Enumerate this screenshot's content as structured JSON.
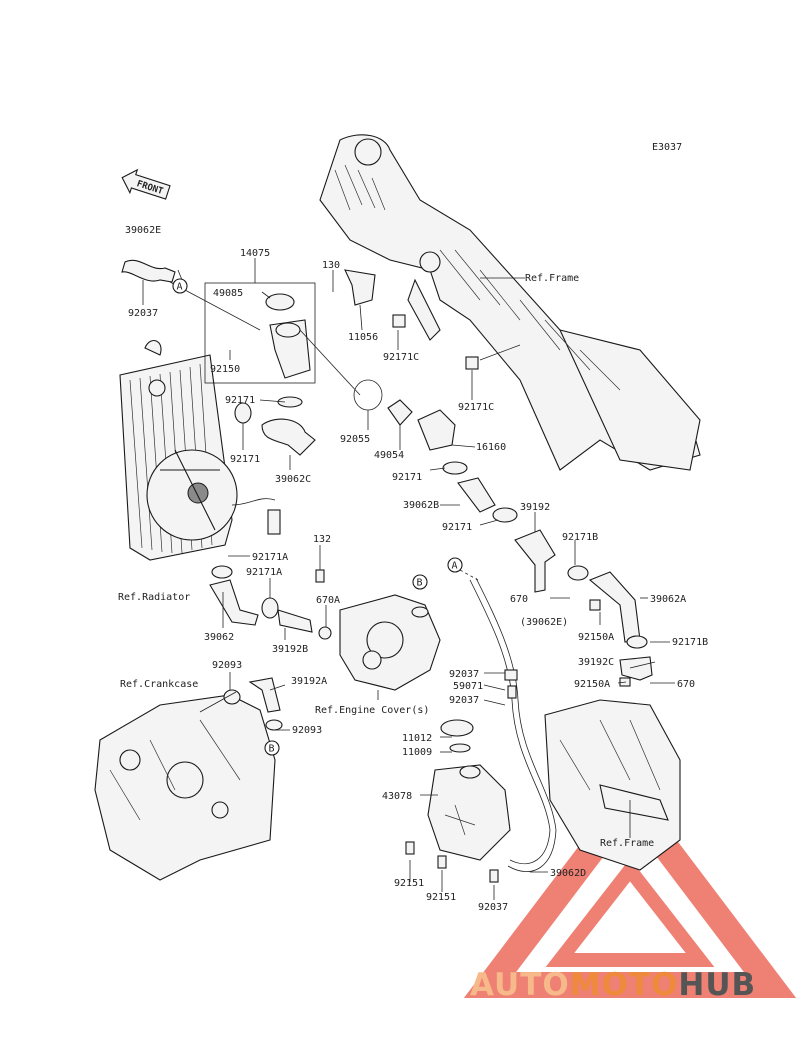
{
  "diagram": {
    "code": "E3037",
    "front_label": "FRONT",
    "callouts": {
      "a": "A",
      "b": "B"
    },
    "parts": [
      "39062E",
      "92037",
      "14075",
      "49085",
      "130",
      "11056",
      "92171C",
      "92150",
      "92171",
      "92055",
      "49054",
      "16160",
      "39062B",
      "39192",
      "92171A",
      "132",
      "670A",
      "670",
      "(39062E)",
      "39062A",
      "92150A",
      "92171B",
      "39192C",
      "39062",
      "39192B",
      "39062C",
      "92093",
      "39192A",
      "92037",
      "59071",
      "11012",
      "11009",
      "43078",
      "92151",
      "39062D"
    ],
    "refs": {
      "frame": "Ref.Frame",
      "radiator": "Ref.Radiator",
      "crankcase": "Ref.Crankcase",
      "engine_cover": "Ref.Engine Cover(s)"
    }
  },
  "watermark": {
    "part1": "AUTO",
    "part2": "MOTO",
    "part3": "HUB",
    "color_light": "#f7b88a",
    "color_orange": "#ef8a3c",
    "color_dark": "#555555",
    "logo_color": "#ec6a5c"
  }
}
